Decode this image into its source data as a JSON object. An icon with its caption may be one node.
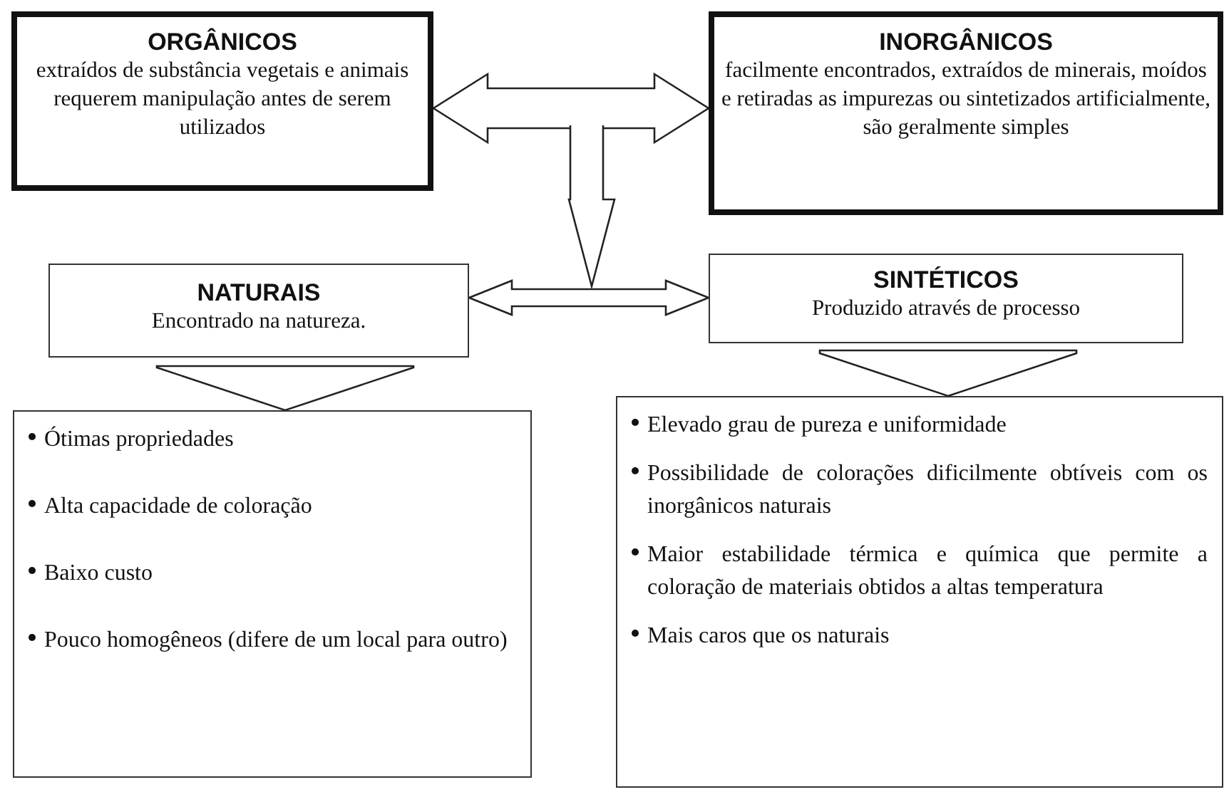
{
  "diagram": {
    "nodes": [
      {
        "text": [
          "ORGÂNICOS",
          "extraídos de substância vegetais e animais requerem manipulação antes de serem utilizados"
        ]
      },
      {
        "text": [
          "INORGÂNICOS",
          "facilmente encontrados, extraídos de minerais, moídos e retiradas as impurezas ou sintetizados artificialmente, são geralmente simples"
        ]
      },
      {
        "text": [
          "NATURAIS",
          "Encontrado na natureza."
        ]
      },
      {
        "text": [
          "SINTÉTICOS",
          "Produzido através de processo"
        ]
      },
      {
        "text": [
          "Ótimas propriedades",
          "Alta capacidade de coloração",
          "Baixo custo",
          "Pouco homogêneos (difere de um local para outro)"
        ]
      },
      {
        "text": [
          "Elevado grau de pureza e uniformidade",
          "Possibilidade de colorações dificilmente obtíveis com os inorgânicos naturais",
          "Maior estabilidade térmica e química que permite a coloração de materiais obtidos a altas temperatura",
          "Mais caros que os naturais"
        ]
      }
    ],
    "edges": [
      {
        "from": 0,
        "to": 1,
        "arrow": "both"
      },
      {
        "from": 2,
        "to": 3,
        "arrow": "both"
      },
      {
        "from": 2,
        "to": 4,
        "arrow": "to"
      },
      {
        "from": 3,
        "to": 5,
        "arrow": "to"
      }
    ]
  }
}
